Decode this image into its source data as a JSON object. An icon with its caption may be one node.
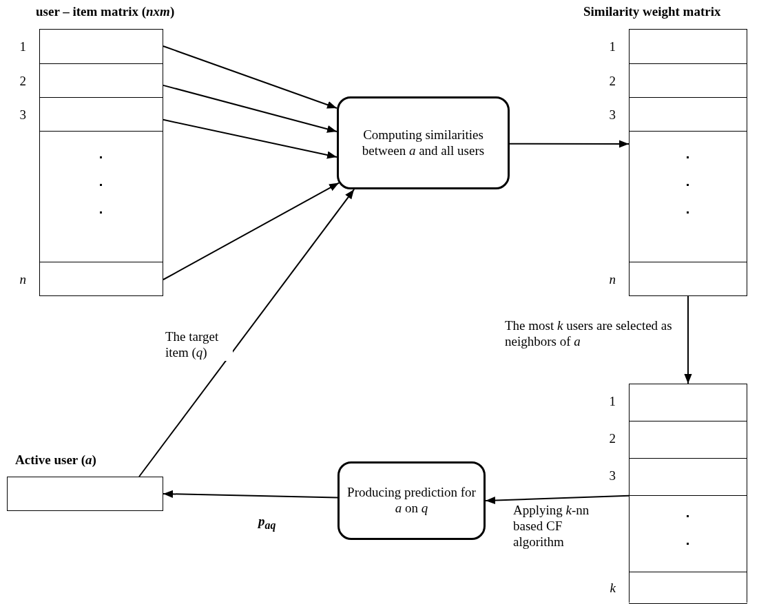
{
  "diagram": {
    "nodes": [
      {
        "text": [
          "user – item matrix (*nxm*)"
        ]
      },
      {
        "text": [],
        "shape": "box",
        "in": 0,
        "beside": [
          "1"
        ]
      },
      {
        "text": [],
        "shape": "box",
        "in": 0,
        "beside": [
          "2"
        ]
      },
      {
        "text": [],
        "shape": "box",
        "in": 0,
        "beside": [
          "3"
        ]
      },
      {
        "text": [],
        "shape": "box",
        "in": 0
      },
      {
        "text": [],
        "shape": "box",
        "in": 0,
        "beside": [
          "*n*"
        ]
      },
      {
        "text": [
          "Computing similarities between *a* and all users"
        ]
      },
      {
        "text": [
          "Similarity weight matrix"
        ]
      },
      {
        "text": [],
        "shape": "box",
        "in": 7,
        "beside": [
          "1"
        ]
      },
      {
        "text": [],
        "shape": "box",
        "in": 7,
        "beside": [
          "2"
        ]
      },
      {
        "text": [],
        "shape": "box",
        "in": 7,
        "beside": [
          "3"
        ]
      },
      {
        "text": [],
        "shape": "box",
        "in": 7
      },
      {
        "text": [],
        "shape": "box",
        "in": 7,
        "beside": [
          "*n*"
        ]
      },
      {
        "text": [],
        "shape": "box"
      },
      {
        "text": [],
        "shape": "box",
        "in": 13,
        "beside": [
          "1"
        ]
      },
      {
        "text": [],
        "shape": "box",
        "in": 13,
        "beside": [
          "2"
        ]
      },
      {
        "text": [],
        "shape": "box",
        "in": 13,
        "beside": [
          "3"
        ]
      },
      {
        "text": [],
        "shape": "box",
        "in": 13
      },
      {
        "text": [],
        "shape": "box",
        "in": 13,
        "beside": [
          "*k*"
        ]
      },
      {
        "text": [
          "Producing prediction for *a* on *q*"
        ]
      },
      {
        "text": [
          "Active user (*a*)"
        ]
      }
    ],
    "edges": [
      {
        "from": 1,
        "to": 6,
        "arrow": "to"
      },
      {
        "from": 2,
        "to": 6,
        "arrow": "to"
      },
      {
        "from": 3,
        "to": 6,
        "arrow": "to"
      },
      {
        "from": 5,
        "to": 6,
        "arrow": "to"
      },
      {
        "from": 20,
        "to": 6,
        "arrow": "to",
        "label": "The target item (*q*)"
      },
      {
        "from": 6,
        "to": 11,
        "arrow": "to"
      },
      {
        "from": 12,
        "to": 13,
        "arrow": "to",
        "label": "The most *k* users are selected as neighbors of *a*"
      },
      {
        "from": 13,
        "to": 19,
        "arrow": "to",
        "label": "Applying *k*-nn based CF algorithm"
      },
      {
        "from": 19,
        "to": 20,
        "arrow": "to",
        "label": "p$_{aq}$"
      }
    ]
  }
}
